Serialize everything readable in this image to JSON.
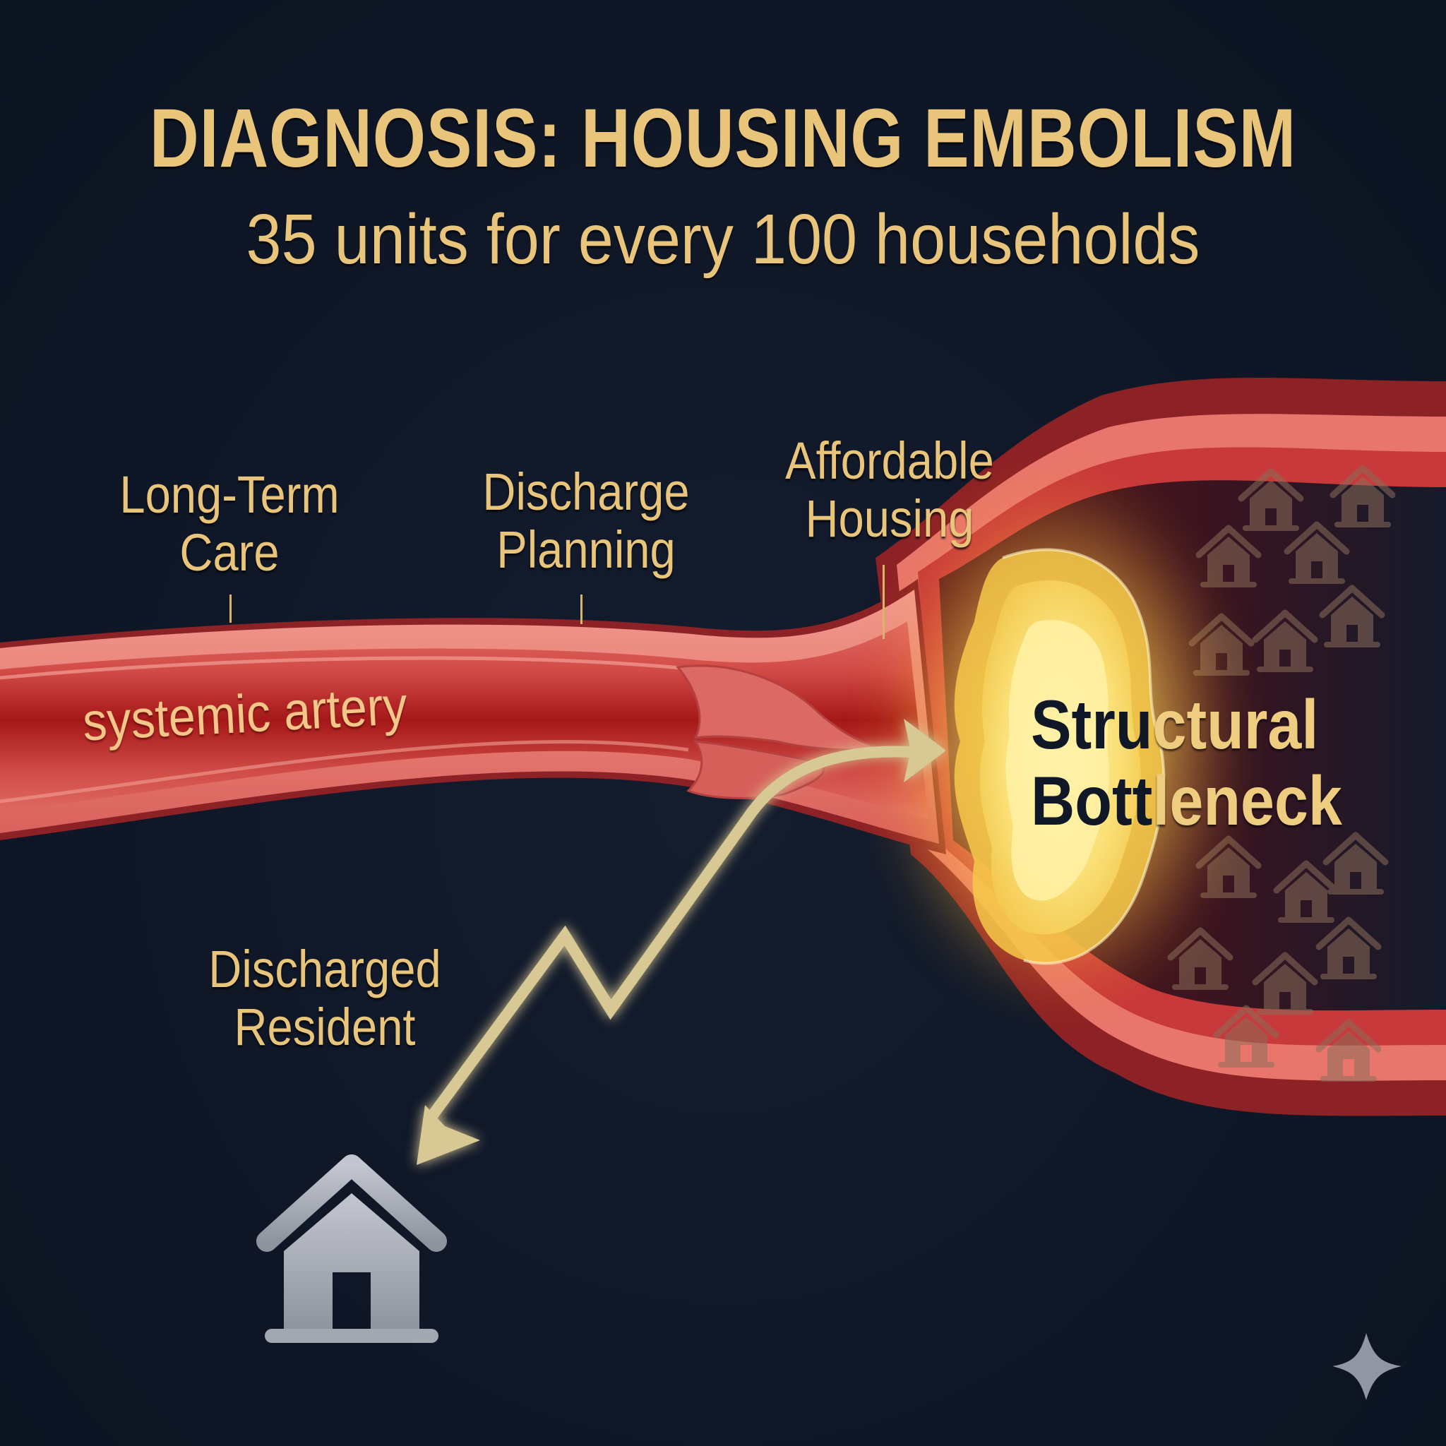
{
  "header": {
    "title": "DIAGNOSIS: HOUSING EMBOLISM",
    "subtitle": "35 units for every 100 households"
  },
  "vessel_labels": [
    {
      "line1": "Long-Term",
      "line2": "Care"
    },
    {
      "line1": "Discharge",
      "line2": "Planning"
    },
    {
      "line1": "Affordable",
      "line2": "Housing"
    }
  ],
  "artery_label": "systemic artery",
  "bottleneck": {
    "line1_dark": "Stru",
    "line1_gold": "ctural",
    "line2_dark": "Bott",
    "line2_gold": "leneck"
  },
  "resident_label": {
    "line1": "Discharged",
    "line2": "Resident"
  },
  "icons": {
    "house": "house-icon",
    "background_houses": "house-icon",
    "corner_mark": "sparkle-icon",
    "clot": "embolism-blob",
    "arrow": "zigzag-arrow"
  },
  "colors": {
    "background": "#0f1828",
    "gold_text": "#e8c57a",
    "artery_red": "#c23a3a",
    "artery_highlight": "#f08a80",
    "clot_yellow": "#fbe27a",
    "arrow_tan": "#d8c894",
    "house_silver": "#a9adb7"
  }
}
